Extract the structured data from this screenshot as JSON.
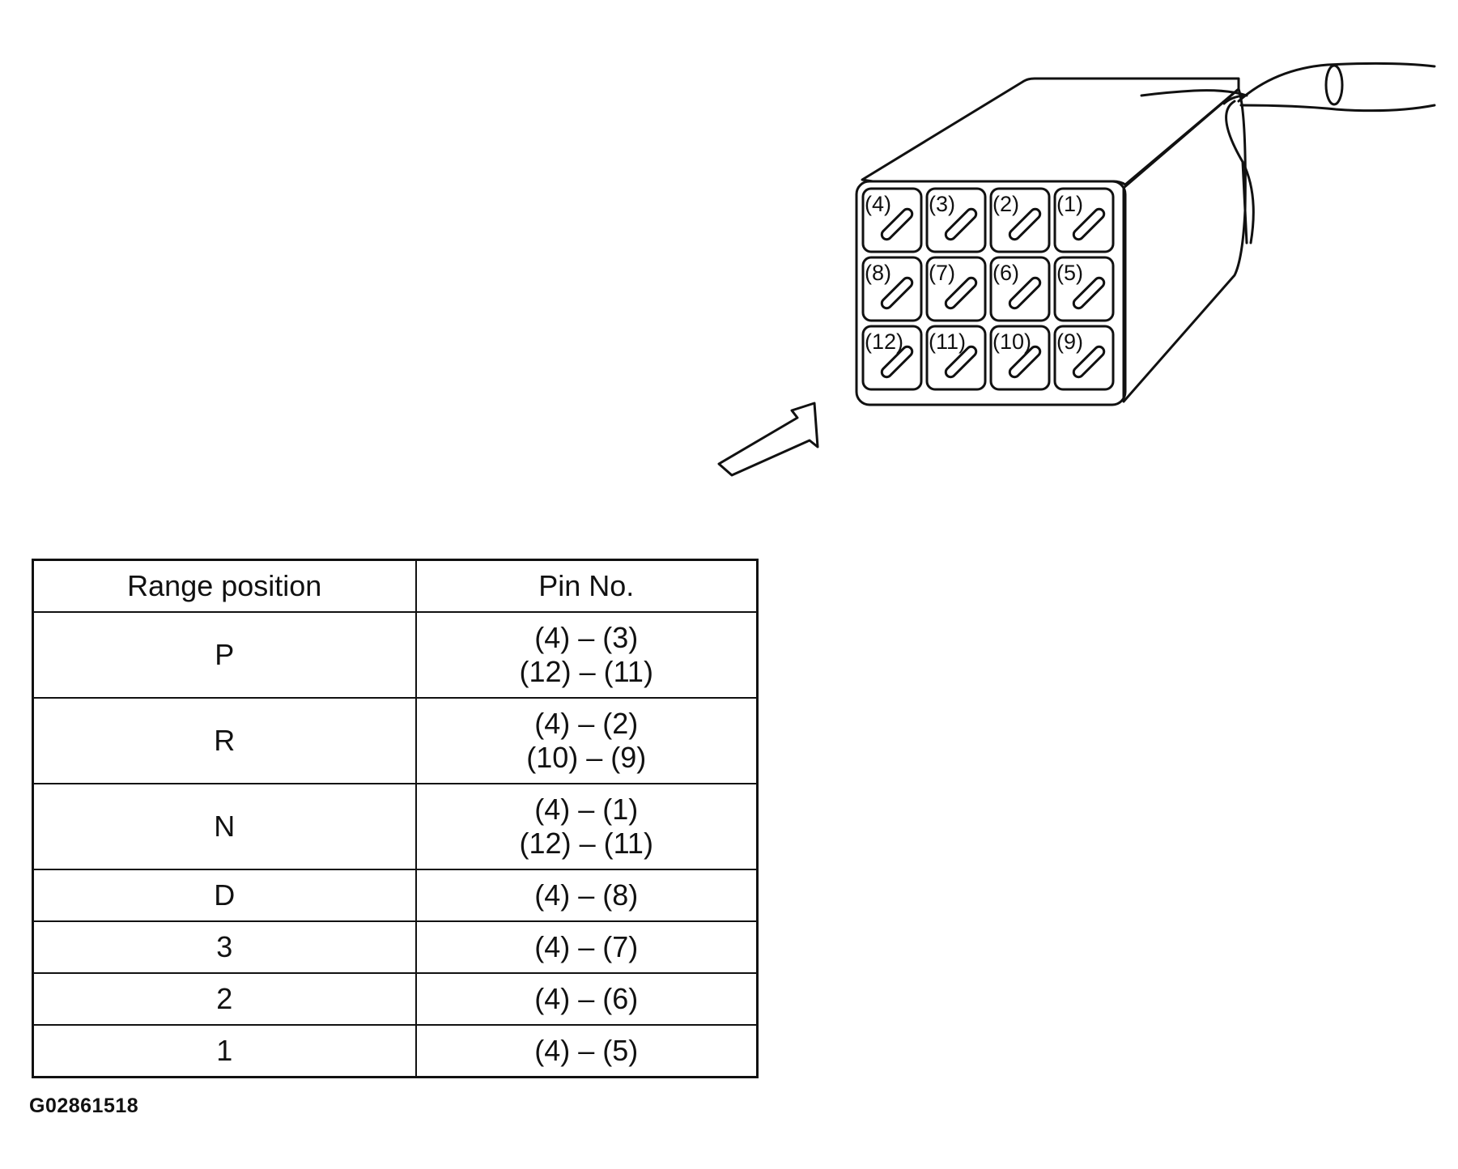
{
  "connector": {
    "pins": [
      {
        "row": 0,
        "col": 0,
        "label": "(4)"
      },
      {
        "row": 0,
        "col": 1,
        "label": "(3)"
      },
      {
        "row": 0,
        "col": 2,
        "label": "(2)"
      },
      {
        "row": 0,
        "col": 3,
        "label": "(1)"
      },
      {
        "row": 1,
        "col": 0,
        "label": "(8)"
      },
      {
        "row": 1,
        "col": 1,
        "label": "(7)"
      },
      {
        "row": 1,
        "col": 2,
        "label": "(6)"
      },
      {
        "row": 1,
        "col": 3,
        "label": "(5)"
      },
      {
        "row": 2,
        "col": 0,
        "label": "(12)"
      },
      {
        "row": 2,
        "col": 1,
        "label": "(11)"
      },
      {
        "row": 2,
        "col": 2,
        "label": "(10)"
      },
      {
        "row": 2,
        "col": 3,
        "label": "(9)"
      }
    ]
  },
  "table": {
    "headers": {
      "range": "Range position",
      "pin": "Pin No."
    },
    "rows": [
      {
        "range": "P",
        "pins": [
          "(4) – (3)",
          "(12) – (11)"
        ]
      },
      {
        "range": "R",
        "pins": [
          "(4) – (2)",
          "(10) – (9)"
        ]
      },
      {
        "range": "N",
        "pins": [
          "(4) – (1)",
          "(12) – (11)"
        ]
      },
      {
        "range": "D",
        "pins": [
          "(4) – (8)"
        ]
      },
      {
        "range": "3",
        "pins": [
          "(4) – (7)"
        ]
      },
      {
        "range": "2",
        "pins": [
          "(4) – (6)"
        ]
      },
      {
        "range": "1",
        "pins": [
          "(4) – (5)"
        ]
      }
    ]
  },
  "figure_code": "G02861518"
}
